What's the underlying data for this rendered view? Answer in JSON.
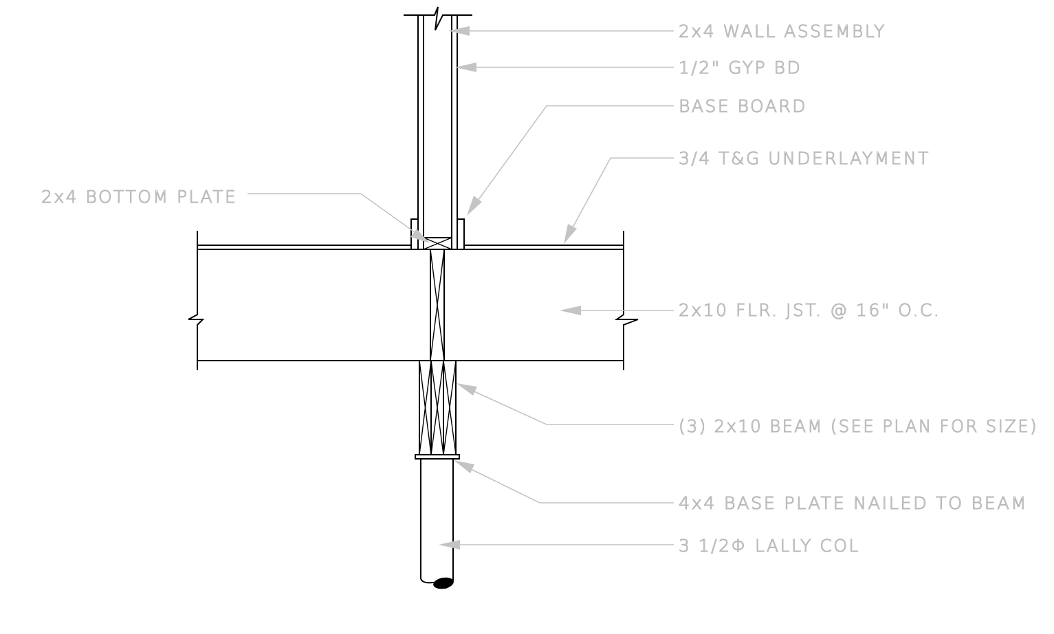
{
  "labels": {
    "wall_assembly": "2x4 WALL ASSEMBLY",
    "gyp_bd": "1/2\" GYP BD",
    "base_board": "BASE BOARD",
    "underlayment": "3/4 T&G UNDERLAYMENT",
    "bottom_plate": "2x4 BOTTOM PLATE",
    "floor_joist": "2x10 FLR. JST. @ 16\" O.C.",
    "beam": "(3) 2x10 BEAM (SEE PLAN FOR SIZE)",
    "base_plate": "4x4 BASE PLATE NAILED TO BEAM",
    "lally_col": "3 1/2Φ LALLY COL"
  },
  "colors": {
    "linework": "#000000",
    "annotation": "#b8b8b8",
    "background": "#ffffff"
  }
}
